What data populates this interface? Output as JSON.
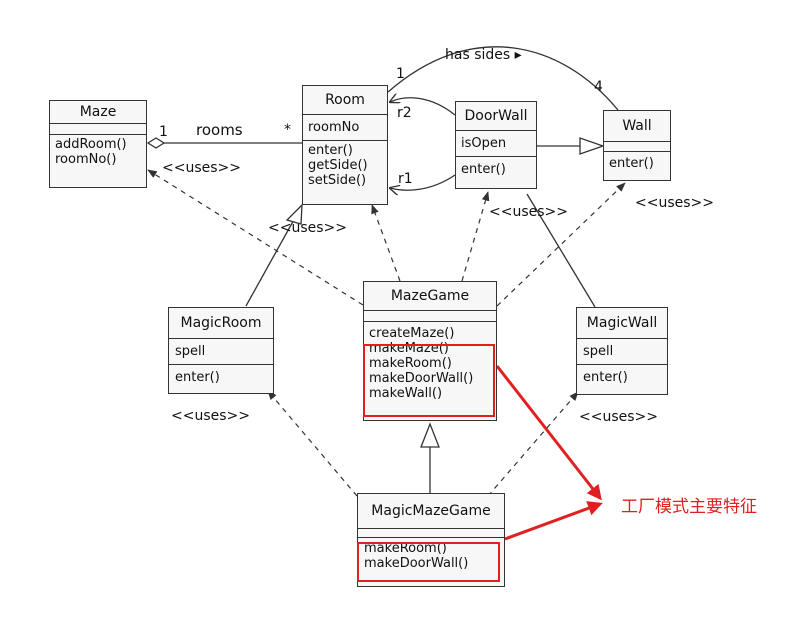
{
  "classes": {
    "maze": {
      "name": "Maze",
      "attributes": [],
      "methods": [
        "addRoom()",
        "roomNo()"
      ]
    },
    "room": {
      "name": "Room",
      "attributes": [
        "roomNo"
      ],
      "methods": [
        "enter()",
        "getSide()",
        "setSide()"
      ]
    },
    "doorwall": {
      "name": "DoorWall",
      "attributes": [
        "isOpen"
      ],
      "methods": [
        "enter()"
      ]
    },
    "wall": {
      "name": "Wall",
      "attributes": [],
      "methods": [
        "enter()"
      ]
    },
    "mazegame": {
      "name": "MazeGame",
      "attributes": [],
      "methods": [
        "createMaze()",
        "makeMaze()",
        "makeRoom()",
        "makeDoorWall()",
        "makeWall()"
      ]
    },
    "magicroom": {
      "name": "MagicRoom",
      "attributes": [
        "spell"
      ],
      "methods": [
        "enter()"
      ]
    },
    "magicwall": {
      "name": "MagicWall",
      "attributes": [
        "spell"
      ],
      "methods": [
        "enter()"
      ]
    },
    "magicmazegame": {
      "name": "MagicMazeGame",
      "methods": [
        "makeRoom()",
        "makeDoorWall()"
      ]
    }
  },
  "labels": {
    "rooms": "rooms",
    "one_maze": "1",
    "star_room": "*",
    "has_sides": "has sides ▸",
    "one_room": "1",
    "four_wall": "4",
    "r2": "r2",
    "r1": "r1",
    "uses_1": "<<uses>>",
    "uses_2": "<<uses>>",
    "uses_3": "<<uses>>",
    "uses_4": "<<uses>>",
    "uses_5": "<<uses>>",
    "uses_6": "<<uses>>"
  },
  "annotation": {
    "text": "工厂模式主要特征",
    "color": "#e02020"
  }
}
